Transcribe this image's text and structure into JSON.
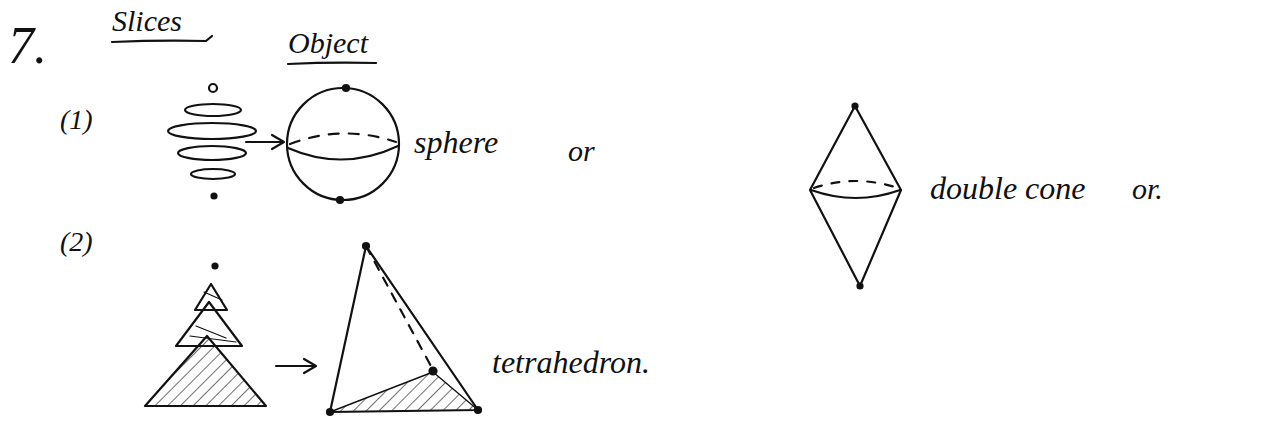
{
  "diagram": {
    "labels": [
      "7.",
      "Slices",
      "Object",
      "(1)",
      "sphere",
      "or",
      "double cone",
      "or.",
      "(2)",
      "tetrahedron."
    ]
  }
}
